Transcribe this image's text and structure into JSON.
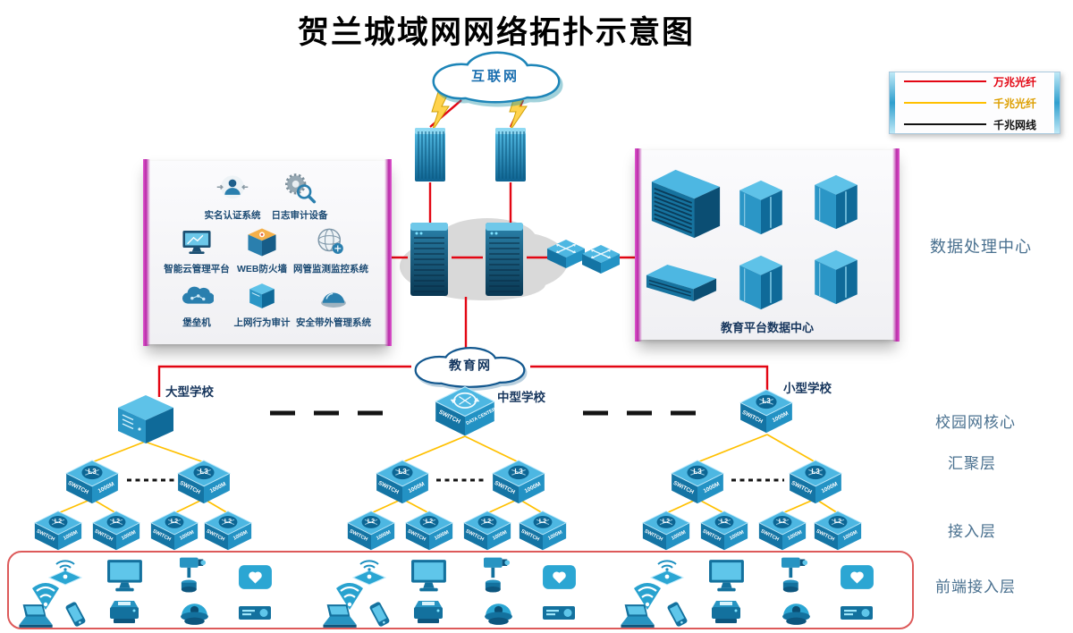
{
  "title": "贺兰城域网网络拓扑示意图",
  "legend": {
    "items": [
      {
        "label": "万兆光纤",
        "color": "#e30613"
      },
      {
        "label": "千兆光纤",
        "color": "#ffc000"
      },
      {
        "label": "千兆网线",
        "color": "#111111"
      }
    ]
  },
  "clouds": {
    "internet": "互联网",
    "education": "教育网"
  },
  "security_panel": {
    "items": [
      {
        "label": "实名认证系统",
        "icon": "auth-user-icon"
      },
      {
        "label": "日志审计设备",
        "icon": "log-audit-icon"
      },
      {
        "label": "智能云管理平台",
        "icon": "cloud-mgmt-icon"
      },
      {
        "label": "WEB防火墙",
        "icon": "web-firewall-icon"
      },
      {
        "label": "网管监测监控系统",
        "icon": "net-monitor-icon"
      },
      {
        "label": "堡垒机",
        "icon": "bastion-icon"
      },
      {
        "label": "上网行为审计",
        "icon": "behavior-audit-icon"
      },
      {
        "label": "安全带外管理系统",
        "icon": "oob-mgmt-icon"
      }
    ]
  },
  "datacenter": {
    "label": "教育平台数据中心"
  },
  "layers": {
    "datacenter": "数据处理中心",
    "campus_core": "校园网核心",
    "aggregation": "汇聚层",
    "access": "接入层",
    "frontend": "前端接入层"
  },
  "schools": {
    "large": "大型学校",
    "medium": "中型学校",
    "small": "小型学校"
  },
  "switch_text": {
    "l3": "L3",
    "l2": "L2",
    "switch": "SWITCH",
    "speed": "1000M",
    "data_center": "DATA CENTER"
  },
  "colors": {
    "fiber_10g": "#e30613",
    "fiber_1g": "#ffc000",
    "cable_1g": "#111111",
    "device_blue": "#1b8fc0",
    "frontend_border": "#dd5a5a"
  }
}
